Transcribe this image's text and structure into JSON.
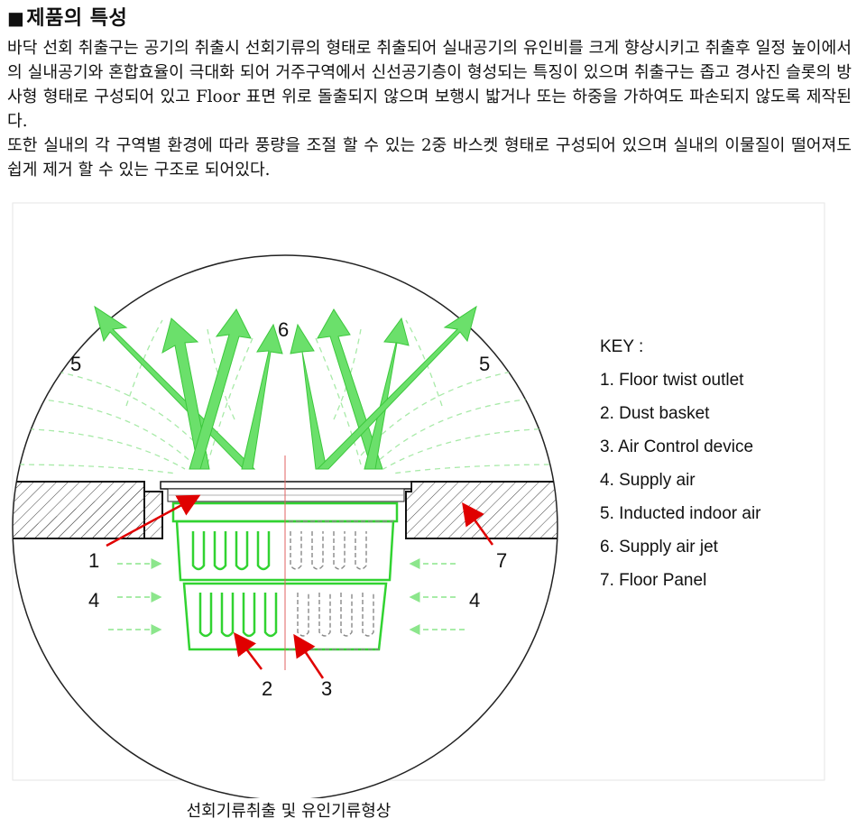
{
  "heading": {
    "bullet": "■",
    "title": "제품의 특성"
  },
  "paragraphs": [
    "바닥 선회 취출구는 공기의 취출시 선회기류의 형태로 취출되어 실내공기의 유인비를 크게 향상시키고 취출후 일정 높이에서의 실내공기와 혼합효율이 극대화 되어 거주구역에서 신선공기층이 형성되는 특징이 있으며 취출구는 좁고 경사진 슬롯의 방사형 형태로 구성되어 있고 Floor 표면 위로 돌출되지 않으며 보행시 밟거나 또는 하중을 가하여도 파손되지 않도록 제작된다.",
    "또한 실내의 각 구역별 환경에 따라 풍량을 조절 할 수 있는 2중 바스켓 형태로 구성되어 있으며 실내의 이물질이 떨어져도 쉽게 제거 할 수 있는 구조로 되어있다."
  ],
  "diagram": {
    "key_title": "KEY :",
    "key_items": [
      "1. Floor twist outlet",
      "2. Dust basket",
      "3. Air Control device",
      "4. Supply air",
      "5. Inducted indoor air",
      "6. Supply air jet",
      "7. Floor Panel"
    ],
    "callouts": {
      "n1": "1",
      "n2": "2",
      "n3": "3",
      "n4_left": "4",
      "n4_right": "4",
      "n5_left": "5",
      "n5_right": "5",
      "n6": "6",
      "n7": "7"
    },
    "colors": {
      "airflow": "#4be04b",
      "pointer": "#e00000",
      "hatch": "#333333"
    }
  },
  "caption": "선회기류취출 및 유인기류형상"
}
